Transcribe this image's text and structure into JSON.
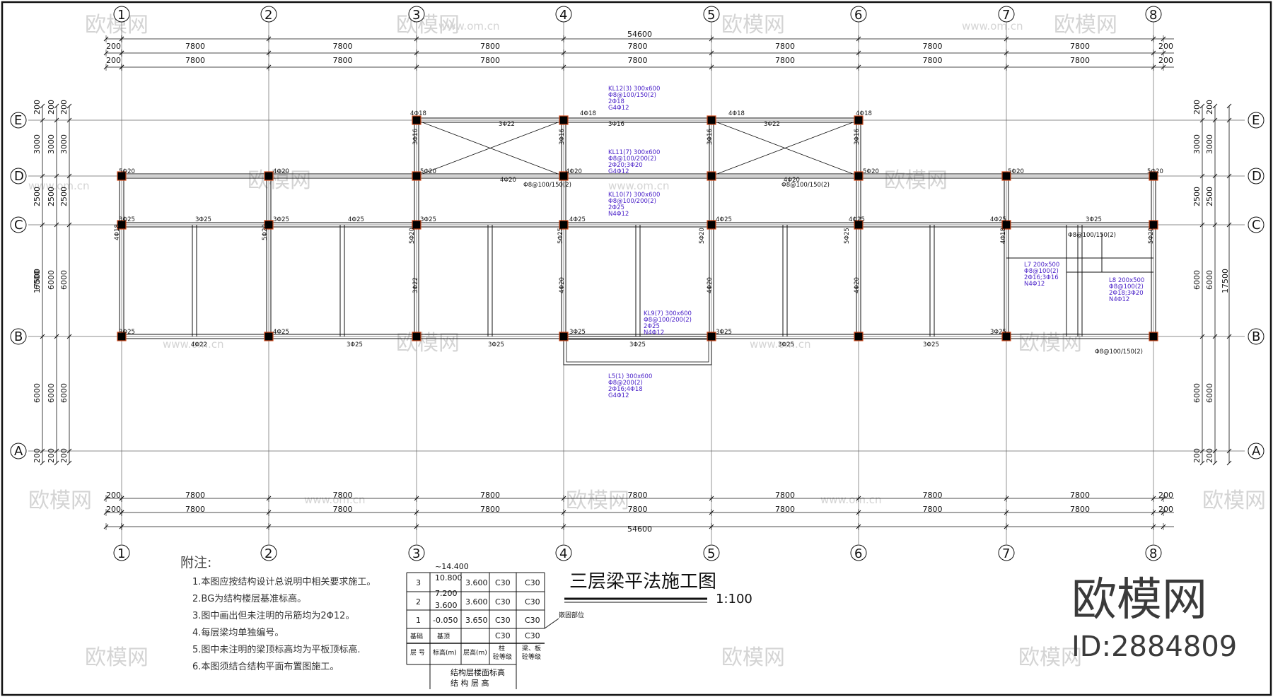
{
  "axes": {
    "numbers": [
      "1",
      "2",
      "3",
      "4",
      "5",
      "6",
      "7",
      "8"
    ],
    "letters": [
      "E",
      "D",
      "C",
      "B",
      "A"
    ]
  },
  "dimensions": {
    "total_horizontal": "54600",
    "bay": "7800",
    "edge": "200",
    "row_E_D": "3000",
    "row_D_C": "2500",
    "row_C_B": "6000",
    "row_B_A": "6000",
    "total_C_B": "17500"
  },
  "beams": {
    "kl12": [
      "KL12(3) 300x600",
      "Φ8@100/150(2)",
      "2Φ18",
      "G4Φ12"
    ],
    "kl11": [
      "KL11(7) 300x600",
      "Φ8@100/200(2)",
      "2Φ20;3Φ20",
      "G4Φ12"
    ],
    "kl10": [
      "KL10(7) 300x600",
      "Φ8@100/200(2)",
      "2Φ25",
      "N4Φ12"
    ],
    "kl9": [
      "KL9(7) 300x600",
      "Φ8@100/200(2)",
      "2Φ25",
      "N4Φ12"
    ],
    "l5": [
      "L5(1) 300x600",
      "Φ8@200(2)",
      "2Φ16;4Φ18",
      "G4Φ12"
    ],
    "l7": [
      "L7 200x500",
      "Φ8@100(2)",
      "2Φ16;3Φ16",
      "N4Φ12"
    ],
    "l8": [
      "L8 200x500",
      "Φ8@100(2)",
      "2Φ18;3Φ20",
      "N4Φ12"
    ],
    "span_top": [
      "4Φ18",
      "3Φ22",
      "3Φ16",
      "4Φ20",
      "5Φ20",
      "3Φ25",
      "4Φ25",
      "4Φ22",
      "5Φ25"
    ],
    "stirrup": "Φ8@100/150(2)"
  },
  "notes": {
    "title": "附注:",
    "items": [
      "1.本图应按结构设计总说明中相关要求施工。",
      "2.BG为结构楼层基准标高。",
      "3.图中画出但未注明的吊筋均为2Φ12。",
      "4.每层梁均单独编号。",
      "5.图中未注明的梁顶标高均为平板顶标高.",
      "6.本图须结合结构平面布置图施工。"
    ]
  },
  "table": {
    "rows": [
      {
        "floor": "3",
        "elev": "7.200",
        "height": "3.600",
        "col": "C30",
        "beam": "C30"
      },
      {
        "floor": "2",
        "elev": "3.600",
        "height": "3.600",
        "col": "C30",
        "beam": "C30"
      },
      {
        "floor": "1",
        "elev": "-0.050",
        "height": "3.650",
        "col": "C30",
        "beam": "C30"
      },
      {
        "floor": "基础",
        "elev": "基顶",
        "height": "",
        "col": "C30",
        "beam": "C30"
      }
    ],
    "top_elev_1": "~14.400",
    "top_elev_2": "10.800",
    "head_floor": "层 号",
    "head_elev": "标高(m)",
    "head_height": "层高(m)",
    "head_col_a": "柱",
    "head_col_b": "砼等级",
    "head_beam_a": "梁、板",
    "head_beam_b": "砼等级",
    "footer_1": "结构层楼面标高",
    "footer_2": "结 构 层 高",
    "side_tag": "嵌固部位"
  },
  "title": {
    "main": "三层梁平法施工图",
    "scale": "1:100"
  },
  "watermark": {
    "brand": "欧模网",
    "id": "ID:2884809",
    "faint": "欧模网",
    "url": "www.om.cn"
  }
}
